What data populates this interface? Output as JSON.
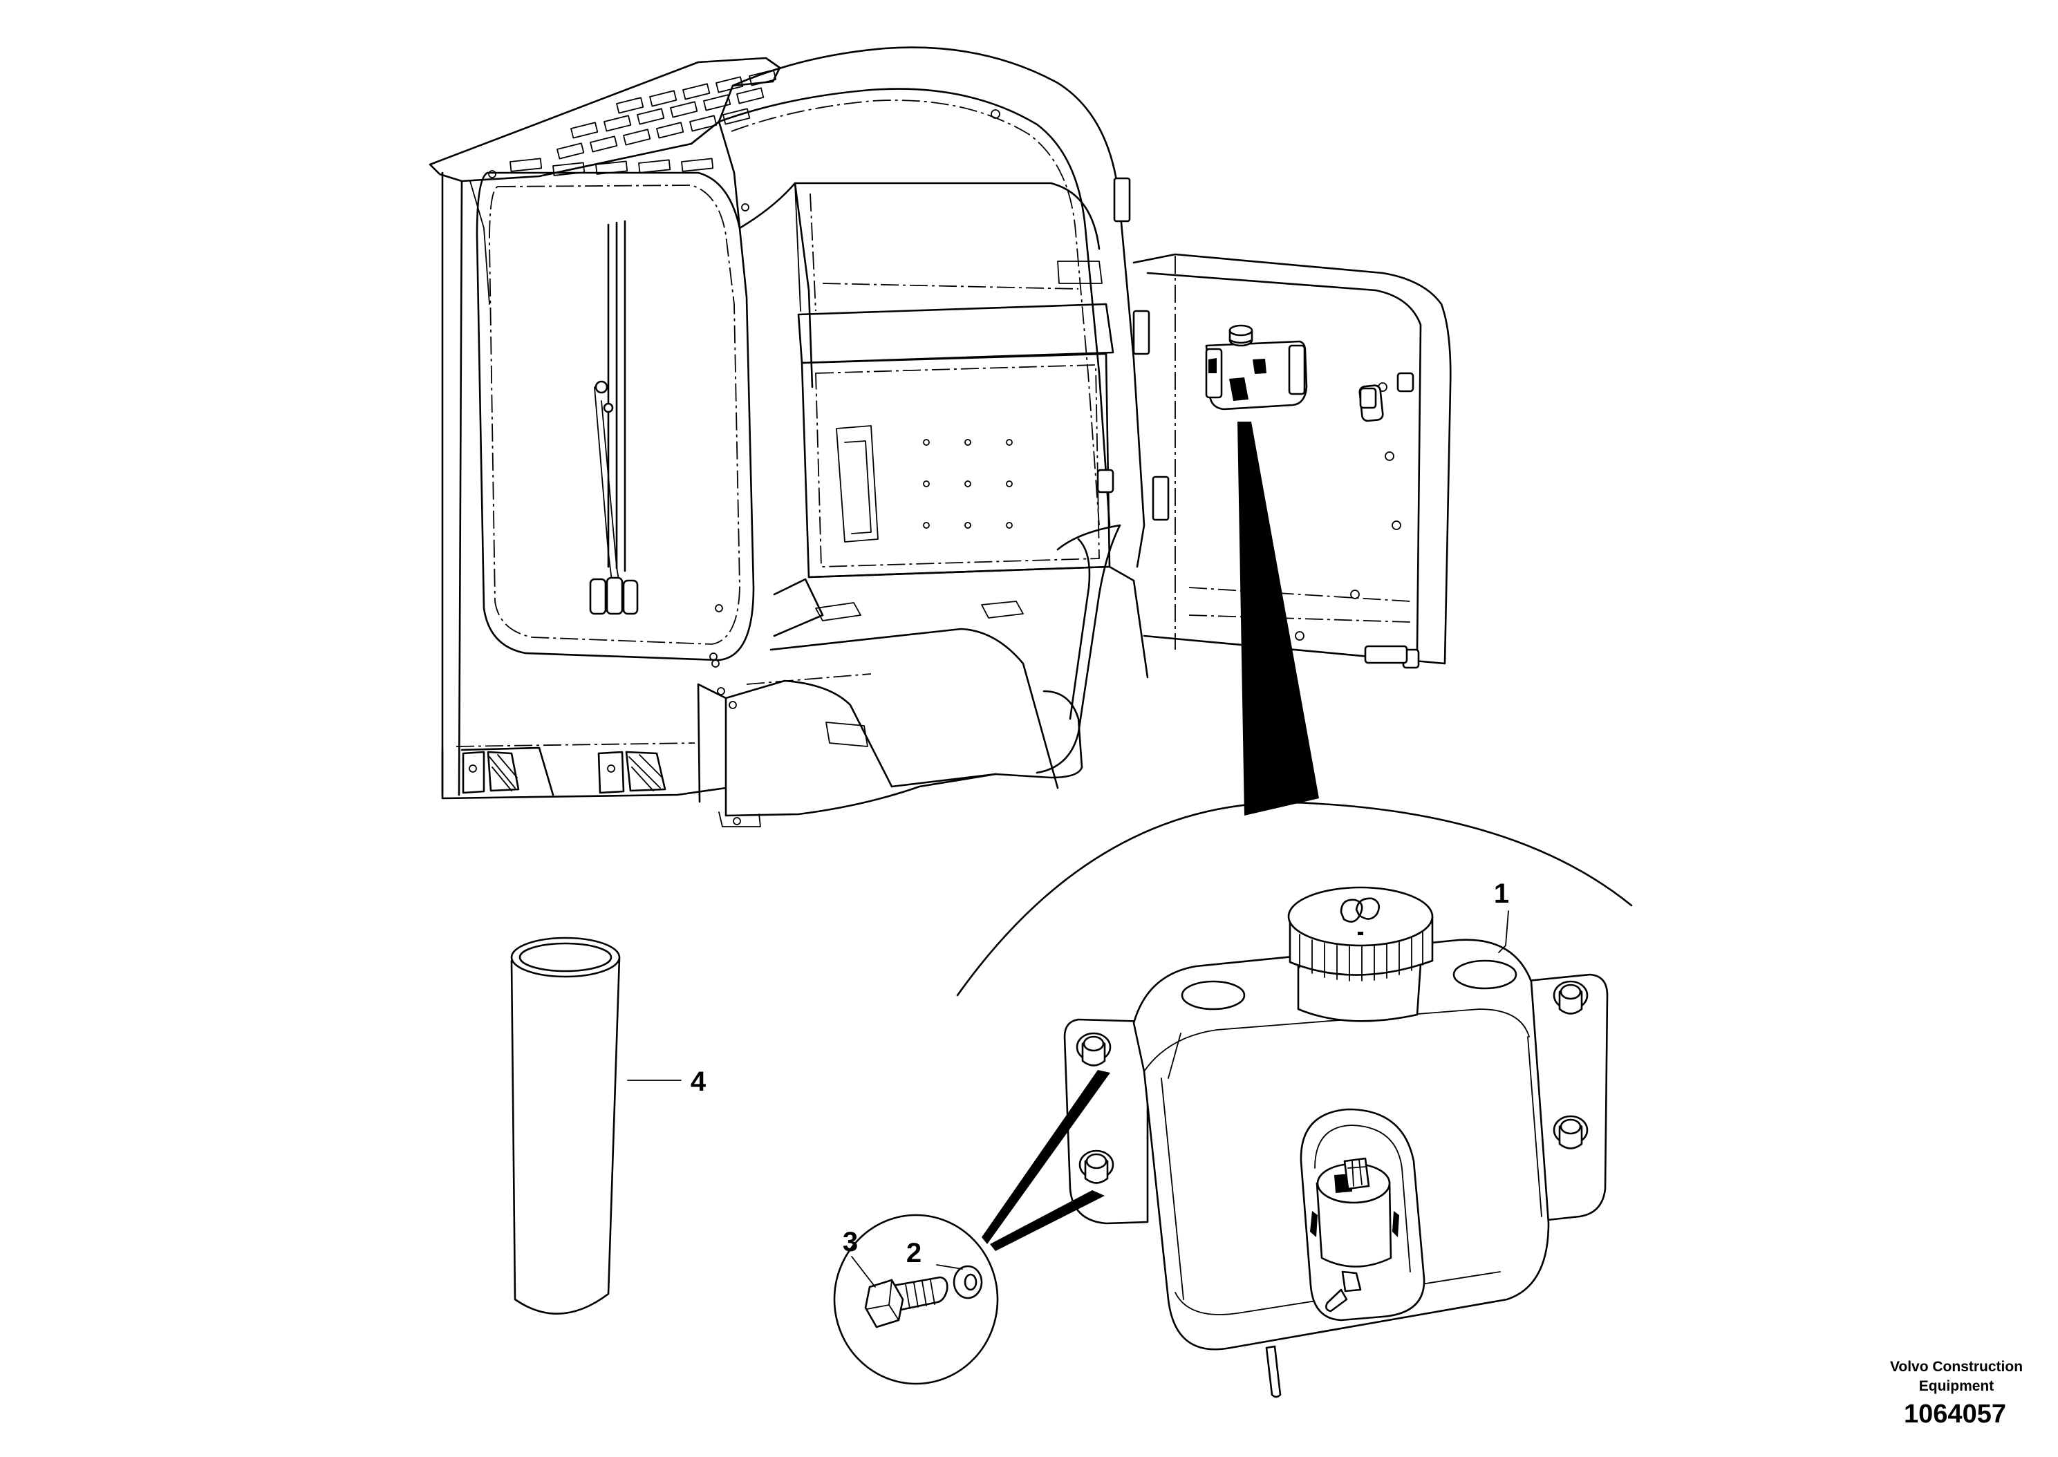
{
  "figure": {
    "callouts": [
      {
        "id": "1",
        "part": "washer-fluid-reservoir"
      },
      {
        "id": "2",
        "part": "washer"
      },
      {
        "id": "3",
        "part": "bolt"
      },
      {
        "id": "4",
        "part": "hose-tube"
      }
    ],
    "brand_line1": "Volvo Construction",
    "brand_line2": "Equipment",
    "document_number": "1064057"
  }
}
